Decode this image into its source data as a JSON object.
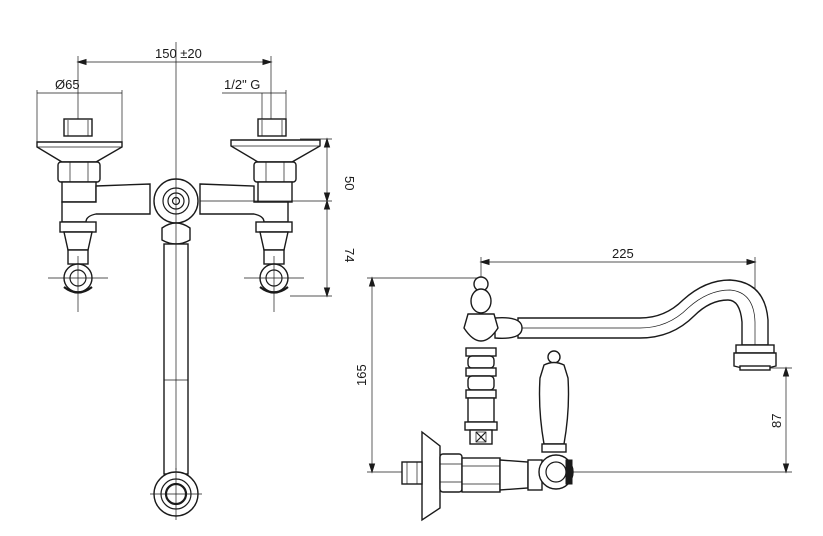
{
  "dimensions": {
    "spacing": "150 ±20",
    "flange_diameter": "Ø65",
    "thread": "1/2\" G",
    "height_upper": "50",
    "height_lower": "74",
    "spout_reach": "225",
    "total_height": "165",
    "spout_height": "87"
  }
}
